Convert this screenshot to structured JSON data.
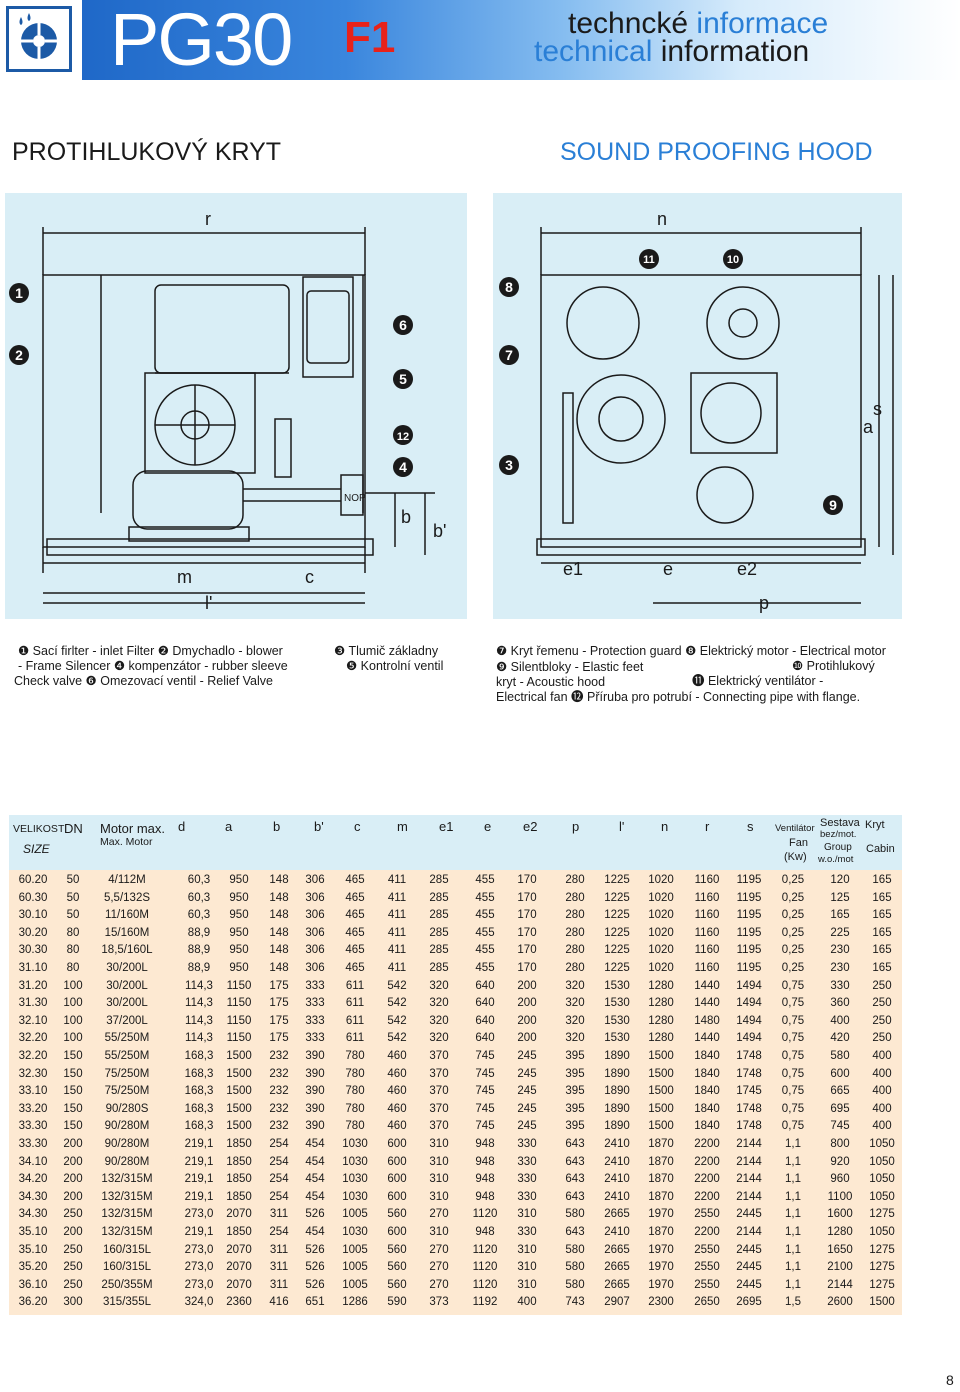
{
  "header": {
    "model": "PG30",
    "variant": "F1",
    "title_cz_1": "techncké",
    "title_en_1": "informace",
    "title_en_2": "technical",
    "title_en_3": "information"
  },
  "section": {
    "cz": "PROTIHLUKOVÝ KRYT",
    "en": "SOUND PROOFING HOOD"
  },
  "diagram": {
    "left_dims": [
      "r",
      "m",
      "c",
      "l'",
      "b",
      "b'"
    ],
    "right_dims": [
      "n",
      "e1",
      "e",
      "e2",
      "p",
      "a",
      "s"
    ],
    "callouts_left": [
      "1",
      "2",
      "6",
      "5",
      "12",
      "4"
    ],
    "callouts_right": [
      "8",
      "7",
      "3",
      "11",
      "10",
      "9"
    ],
    "valve_text": "NOP"
  },
  "legend": {
    "l1": "❶ Sací firlter  -  inlet Filter  ❷ Dmychadlo - blower",
    "l2": "- Frame Silencer  ❹ kompenzátor - rubber sleeve",
    "l3": "Check valve  ❻ Omezovací ventil  - Relief Valve",
    "l4": "❸ Tlumič základny",
    "l5": "❺ Kontrolní ventil",
    "r1": "❼ Kryt řemenu - Protection guard  ❽ Elektrický motor - Electrical motor",
    "r2": "❾ Silentbloky - Elastic feet",
    "r2b": "❿ Protihlukový",
    "r3": "kryt - Acoustic hood",
    "r3b": "⓫ Elektrický ventilátor -",
    "r4": "Electrical fan  ⓬ Příruba pro potrubí  - Connecting pipe with flange."
  },
  "table": {
    "headers": {
      "velikost": "VELIKOST",
      "size": "SIZE",
      "dn": "DN",
      "motor": "Motor max.",
      "motor_en": "Max. Motor",
      "d": "d",
      "a": "a",
      "b": "b",
      "b2": "b'",
      "c": "c",
      "m": "m",
      "e1": "e1",
      "e": "e",
      "e2": "e2",
      "p": "p",
      "l": "l'",
      "n": "n",
      "r": "r",
      "s": "s",
      "fan_cz": "Ventilátor",
      "fan_en": "Fan",
      "fan_unit": "(Kw)",
      "group_cz": "Sestava",
      "group_cz2": "bez/mot.",
      "group_en": "Group",
      "group_en2": "w.o./mot",
      "cabin_cz": "Kryt",
      "cabin_en": "Cabin"
    },
    "rows": [
      [
        "60.20",
        "50",
        "4/112M",
        "60,3",
        "950",
        "148",
        "306",
        "465",
        "411",
        "285",
        "455",
        "170",
        "280",
        "1225",
        "1020",
        "1160",
        "1195",
        "0,25",
        "120",
        "165"
      ],
      [
        "60.30",
        "50",
        "5,5/132S",
        "60,3",
        "950",
        "148",
        "306",
        "465",
        "411",
        "285",
        "455",
        "170",
        "280",
        "1225",
        "1020",
        "1160",
        "1195",
        "0,25",
        "125",
        "165"
      ],
      [
        "30.10",
        "50",
        "11/160M",
        "60,3",
        "950",
        "148",
        "306",
        "465",
        "411",
        "285",
        "455",
        "170",
        "280",
        "1225",
        "1020",
        "1160",
        "1195",
        "0,25",
        "165",
        "165"
      ],
      [
        "30.20",
        "80",
        "15/160M",
        "88,9",
        "950",
        "148",
        "306",
        "465",
        "411",
        "285",
        "455",
        "170",
        "280",
        "1225",
        "1020",
        "1160",
        "1195",
        "0,25",
        "225",
        "165"
      ],
      [
        "30.30",
        "80",
        "18,5/160L",
        "88,9",
        "950",
        "148",
        "306",
        "465",
        "411",
        "285",
        "455",
        "170",
        "280",
        "1225",
        "1020",
        "1160",
        "1195",
        "0,25",
        "230",
        "165"
      ],
      [
        "31.10",
        "80",
        "30/200L",
        "88,9",
        "950",
        "148",
        "306",
        "465",
        "411",
        "285",
        "455",
        "170",
        "280",
        "1225",
        "1020",
        "1160",
        "1195",
        "0,25",
        "230",
        "165"
      ],
      [
        "31.20",
        "100",
        "30/200L",
        "114,3",
        "1150",
        "175",
        "333",
        "611",
        "542",
        "320",
        "640",
        "200",
        "320",
        "1530",
        "1280",
        "1440",
        "1494",
        "0,75",
        "330",
        "250"
      ],
      [
        "31.30",
        "100",
        "30/200L",
        "114,3",
        "1150",
        "175",
        "333",
        "611",
        "542",
        "320",
        "640",
        "200",
        "320",
        "1530",
        "1280",
        "1440",
        "1494",
        "0,75",
        "360",
        "250"
      ],
      [
        "32.10",
        "100",
        "37/200L",
        "114,3",
        "1150",
        "175",
        "333",
        "611",
        "542",
        "320",
        "640",
        "200",
        "320",
        "1530",
        "1280",
        "1480",
        "1494",
        "0,75",
        "400",
        "250"
      ],
      [
        "32.20",
        "100",
        "55/250M",
        "114,3",
        "1150",
        "175",
        "333",
        "611",
        "542",
        "320",
        "640",
        "200",
        "320",
        "1530",
        "1280",
        "1440",
        "1494",
        "0,75",
        "420",
        "250"
      ],
      [
        "32.20",
        "150",
        "55/250M",
        "168,3",
        "1500",
        "232",
        "390",
        "780",
        "460",
        "370",
        "745",
        "245",
        "395",
        "1890",
        "1500",
        "1840",
        "1748",
        "0,75",
        "580",
        "400"
      ],
      [
        "32.30",
        "150",
        "75/250M",
        "168,3",
        "1500",
        "232",
        "390",
        "780",
        "460",
        "370",
        "745",
        "245",
        "395",
        "1890",
        "1500",
        "1840",
        "1748",
        "0,75",
        "600",
        "400"
      ],
      [
        "33.10",
        "150",
        "75/250M",
        "168,3",
        "1500",
        "232",
        "390",
        "780",
        "460",
        "370",
        "745",
        "245",
        "395",
        "1890",
        "1500",
        "1840",
        "1745",
        "0,75",
        "665",
        "400"
      ],
      [
        "33.20",
        "150",
        "90/280S",
        "168,3",
        "1500",
        "232",
        "390",
        "780",
        "460",
        "370",
        "745",
        "245",
        "395",
        "1890",
        "1500",
        "1840",
        "1748",
        "0,75",
        "695",
        "400"
      ],
      [
        "33.30",
        "150",
        "90/280M",
        "168,3",
        "1500",
        "232",
        "390",
        "780",
        "460",
        "370",
        "745",
        "245",
        "395",
        "1890",
        "1500",
        "1840",
        "1748",
        "0,75",
        "745",
        "400"
      ],
      [
        "33.30",
        "200",
        "90/280M",
        "219,1",
        "1850",
        "254",
        "454",
        "1030",
        "600",
        "310",
        "948",
        "330",
        "643",
        "2410",
        "1870",
        "2200",
        "2144",
        "1,1",
        "800",
        "1050"
      ],
      [
        "34.10",
        "200",
        "90/280M",
        "219,1",
        "1850",
        "254",
        "454",
        "1030",
        "600",
        "310",
        "948",
        "330",
        "643",
        "2410",
        "1870",
        "2200",
        "2144",
        "1,1",
        "920",
        "1050"
      ],
      [
        "34.20",
        "200",
        "132/315M",
        "219,1",
        "1850",
        "254",
        "454",
        "1030",
        "600",
        "310",
        "948",
        "330",
        "643",
        "2410",
        "1870",
        "2200",
        "2144",
        "1,1",
        "960",
        "1050"
      ],
      [
        "34.30",
        "200",
        "132/315M",
        "219,1",
        "1850",
        "254",
        "454",
        "1030",
        "600",
        "310",
        "948",
        "330",
        "643",
        "2410",
        "1870",
        "2200",
        "2144",
        "1,1",
        "1100",
        "1050"
      ],
      [
        "34.30",
        "250",
        "132/315M",
        "273,0",
        "2070",
        "311",
        "526",
        "1005",
        "560",
        "270",
        "1120",
        "310",
        "580",
        "2665",
        "1970",
        "2550",
        "2445",
        "1,1",
        "1600",
        "1275"
      ],
      [
        "35.10",
        "200",
        "132/315M",
        "219,1",
        "1850",
        "254",
        "454",
        "1030",
        "600",
        "310",
        "948",
        "330",
        "643",
        "2410",
        "1870",
        "2200",
        "2144",
        "1,1",
        "1280",
        "1050"
      ],
      [
        "35.10",
        "250",
        "160/315L",
        "273,0",
        "2070",
        "311",
        "526",
        "1005",
        "560",
        "270",
        "1120",
        "310",
        "580",
        "2665",
        "1970",
        "2550",
        "2445",
        "1,1",
        "1650",
        "1275"
      ],
      [
        "35.20",
        "250",
        "160/315L",
        "273,0",
        "2070",
        "311",
        "526",
        "1005",
        "560",
        "270",
        "1120",
        "310",
        "580",
        "2665",
        "1970",
        "2550",
        "2445",
        "1,1",
        "2100",
        "1275"
      ],
      [
        "36.10",
        "250",
        "250/355M",
        "273,0",
        "2070",
        "311",
        "526",
        "1005",
        "560",
        "270",
        "1120",
        "310",
        "580",
        "2665",
        "1970",
        "2550",
        "2445",
        "1,1",
        "2144",
        "1275"
      ],
      [
        "36.20",
        "300",
        "315/355L",
        "324,0",
        "2360",
        "416",
        "651",
        "1286",
        "590",
        "373",
        "1192",
        "400",
        "743",
        "2907",
        "2300",
        "2650",
        "2695",
        "1,5",
        "2600",
        "1500"
      ]
    ]
  },
  "page_number": "8"
}
